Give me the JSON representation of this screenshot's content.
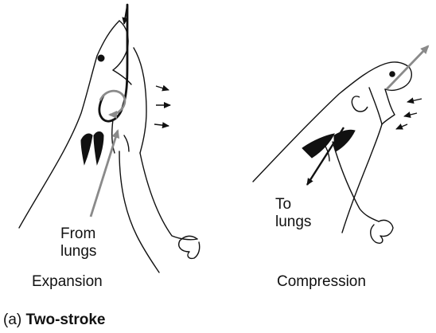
{
  "labels": {
    "from_lungs_line1": "From",
    "from_lungs_line2": "lungs",
    "to_lungs_line1": "To",
    "to_lungs_line2": "lungs",
    "expansion": "Expansion",
    "compression": "Compression"
  },
  "caption": {
    "prefix": "(a)",
    "title": "Two-stroke"
  },
  "colors": {
    "line": "#111111",
    "airflow_arrow": "#8a8a8a"
  }
}
